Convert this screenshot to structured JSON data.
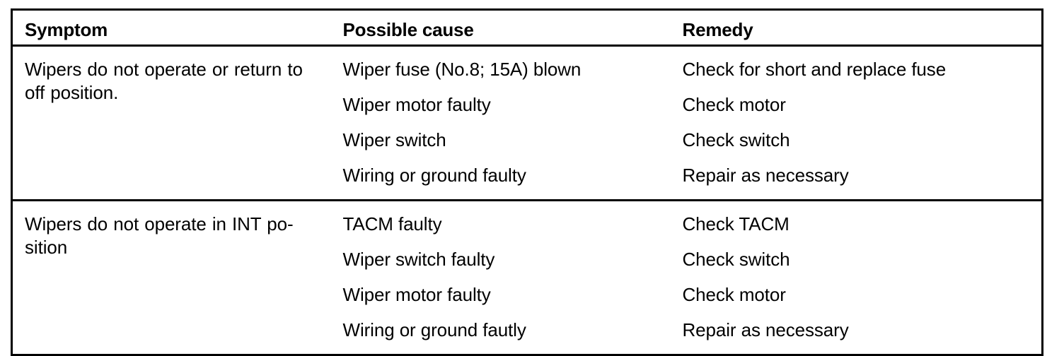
{
  "document": {
    "type": "troubleshooting-table",
    "columns": [
      {
        "key": "symptom",
        "label": "Symptom"
      },
      {
        "key": "cause",
        "label": "Possible cause"
      },
      {
        "key": "remedy",
        "label": "Remedy"
      }
    ],
    "rows": [
      {
        "symptom": "Wipers do not operate or return to off position.",
        "causes": [
          "Wiper fuse (No.8; 15A) blown",
          "Wiper motor faulty",
          "Wiper switch",
          "Wiring or ground faulty"
        ],
        "remedies": [
          "Check for short and replace fuse",
          "Check motor",
          "Check switch",
          "Repair as necessary"
        ]
      },
      {
        "symptom": "Wipers do not operate in INT po-sition",
        "causes": [
          "TACM faulty",
          "Wiper switch faulty",
          "Wiper motor faulty",
          "Wiring or ground fautly"
        ],
        "remedies": [
          "Check TACM",
          "Check switch",
          "Check motor",
          "Repair as necessary"
        ]
      }
    ]
  },
  "colors": {
    "ink": "#000000",
    "paper": "#ffffff"
  }
}
